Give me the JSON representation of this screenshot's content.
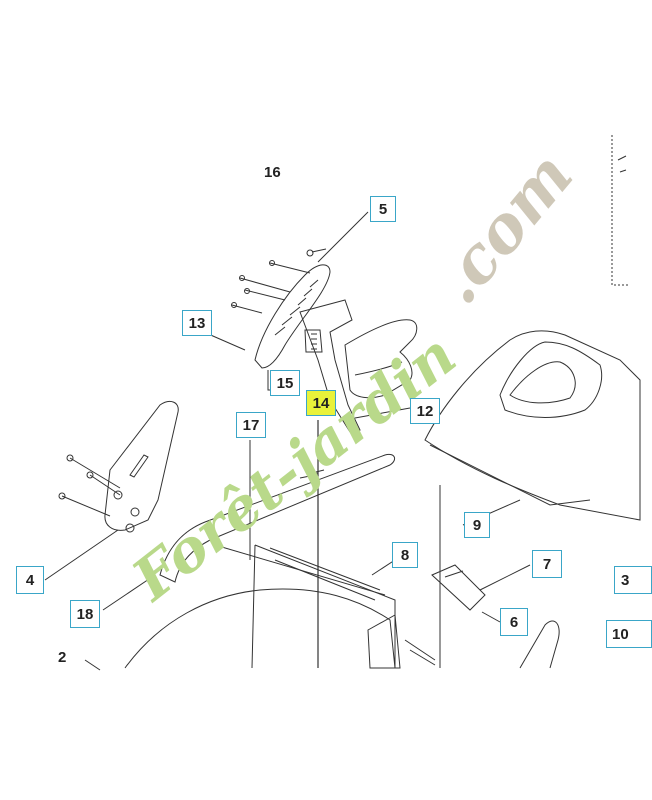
{
  "watermark": {
    "lower_text": "Forêt-jardin",
    "upper_text": ".com",
    "lower_color": "#b9d98a",
    "upper_color": "#cfc8b8"
  },
  "parts": [
    {
      "id": "p16",
      "number": "16",
      "boxed": false
    },
    {
      "id": "p5",
      "number": "5",
      "boxed": true
    },
    {
      "id": "p13",
      "number": "13",
      "boxed": true
    },
    {
      "id": "p15",
      "number": "15",
      "boxed": true
    },
    {
      "id": "p14",
      "number": "14",
      "boxed": true,
      "highlight": true
    },
    {
      "id": "p12",
      "number": "12",
      "boxed": true
    },
    {
      "id": "p17",
      "number": "17",
      "boxed": true
    },
    {
      "id": "p9",
      "number": "9",
      "boxed": true
    },
    {
      "id": "p8",
      "number": "8",
      "boxed": true
    },
    {
      "id": "p7",
      "number": "7",
      "boxed": true
    },
    {
      "id": "p4",
      "number": "4",
      "boxed": true
    },
    {
      "id": "p18",
      "number": "18",
      "boxed": true
    },
    {
      "id": "p6",
      "number": "6",
      "boxed": true
    },
    {
      "id": "p3",
      "number": "3",
      "boxed": true
    },
    {
      "id": "p10",
      "number": "10",
      "boxed": true
    },
    {
      "id": "p2",
      "number": "2",
      "boxed": false
    }
  ],
  "colors": {
    "line": "#333333",
    "box_border": "#3aa6c8",
    "highlight": "#e9f23a"
  }
}
